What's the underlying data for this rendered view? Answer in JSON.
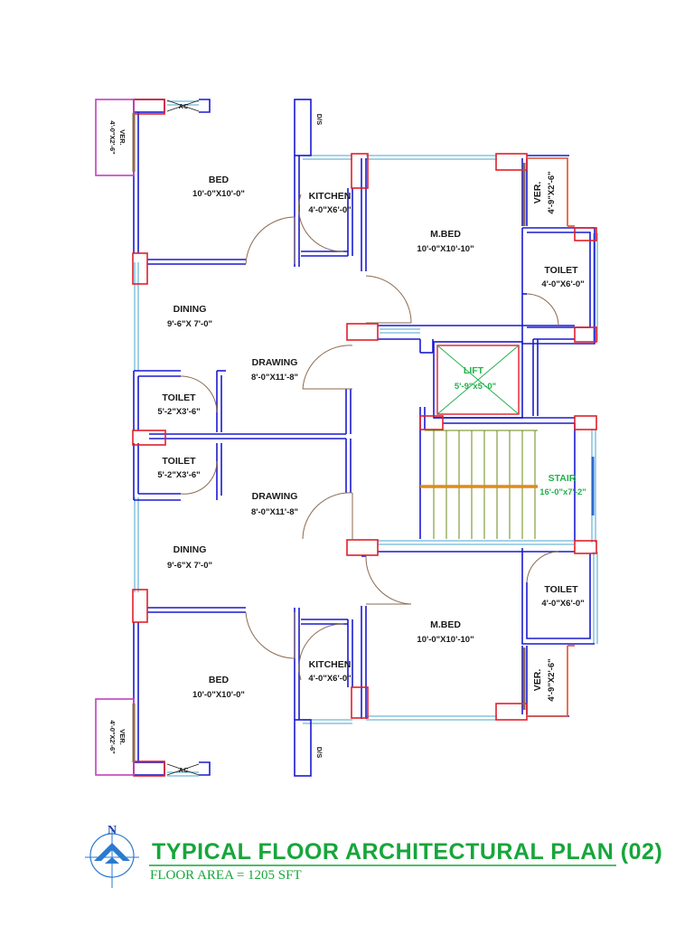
{
  "rooms": {
    "bed_top": {
      "name": "BED",
      "dim": "10'-0\"X10'-0\""
    },
    "kitchen_top": {
      "name": "KITCHEN",
      "dim": "4'-0\"X6'-0\""
    },
    "mbed_top": {
      "name": "M.BED",
      "dim": "10'-0\"X10'-10\""
    },
    "ver_top_left": {
      "name": "VER.",
      "dim": "4'-0\"X2'-6\""
    },
    "ver_top_right": {
      "name": "VER.",
      "dim": "4'-9\"X2'-6\""
    },
    "toilet_top_right": {
      "name": "TOILET",
      "dim": "4'-0\"X6'-0\""
    },
    "dining_top": {
      "name": "DINING",
      "dim": "9'-6\"X 7'-0\""
    },
    "drawing_top": {
      "name": "DRAWING",
      "dim": "8'-0\"X11'-8\""
    },
    "toilet_mid_1": {
      "name": "TOILET",
      "dim": "5'-2\"X3'-6\""
    },
    "toilet_mid_2": {
      "name": "TOILET",
      "dim": "5'-2\"X3'-6\""
    },
    "lift": {
      "name": "LIFT",
      "dim": "5'-9\"x5'-0\""
    },
    "stair": {
      "name": "STAIR",
      "dim": "16'-0\"x7'-2\""
    },
    "drawing_bot": {
      "name": "DRAWING",
      "dim": "8'-0\"X11'-8\""
    },
    "dining_bot": {
      "name": "DINING",
      "dim": "9'-6\"X 7'-0\""
    },
    "mbed_bot": {
      "name": "M.BED",
      "dim": "10'-0\"X10'-10\""
    },
    "toilet_bot_right": {
      "name": "TOILET",
      "dim": "4'-0\"X6'-0\""
    },
    "bed_bot": {
      "name": "BED",
      "dim": "10'-0\"X10'-0\""
    },
    "kitchen_bot": {
      "name": "KITCHEN",
      "dim": "4'-0\"X6'-0\""
    },
    "ver_bot_left": {
      "name": "VER.",
      "dim": "4'-0\"X2'-6\""
    },
    "ver_bot_right": {
      "name": "VER.",
      "dim": "4'-9\"X2'-6\""
    }
  },
  "marks": {
    "ac_top": "AC",
    "ac_bot": "AC",
    "ds_top": "D/S",
    "ds_bot": "D/S"
  },
  "footer": {
    "title": "TYPICAL FLOOR ARCHITECTURAL PLAN (02)",
    "area": "FLOOR AREA = 1205 SFT",
    "north": "N"
  },
  "colors": {
    "wall": "#1a1ad0",
    "window": "#6fb7d8",
    "column": "#e0202a",
    "door": "#8a6a50",
    "verandah_left": "#c040c0",
    "verandah_right": "#e0502a",
    "stair": "#6a8a1a",
    "accent_text": "#16a63a"
  }
}
